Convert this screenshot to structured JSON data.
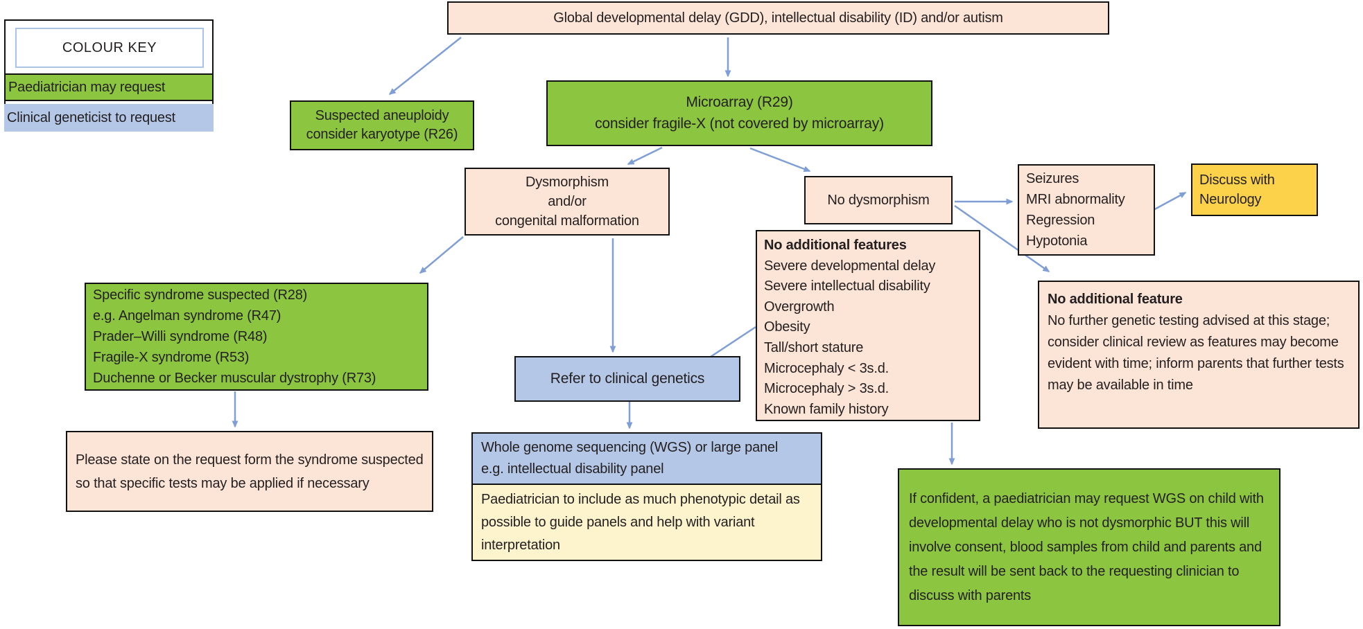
{
  "colour_key": {
    "title": "COLOUR KEY",
    "items": [
      {
        "label": "Paediatrician may request",
        "color": "#8cc540"
      },
      {
        "label": "Clinical geneticist to request",
        "color": "#b4c7e7"
      }
    ]
  },
  "colors": {
    "info_peach": "#fce4d6",
    "paediatrician_green": "#8cc540",
    "geneticist_blue": "#b4c7e7",
    "neurology_yellow": "#fcd24b",
    "note_pale_yellow": "#fdf3cd",
    "arrow_blue": "#7e9ed5",
    "border_black": "#111111"
  },
  "nodes": {
    "gdd": {
      "text": "Global developmental delay (GDD), intellectual disability (ID) and/or autism"
    },
    "aneuploidy": {
      "line1": "Suspected aneuploidy",
      "line2": "consider karyotype (R26)"
    },
    "microarray": {
      "line1": "Microarray (R29)",
      "line2": "consider fragile-X (not covered by microarray)"
    },
    "dysmorphism": {
      "line1": "Dysmorphism",
      "line2": "and/or",
      "line3": "congenital malformation"
    },
    "no_dysmorphism": {
      "text": "No dysmorphism"
    },
    "seizures": {
      "lines": [
        "Seizures",
        "MRI abnormality",
        "Regression",
        "Hypotonia"
      ]
    },
    "neurology": {
      "line1": "Discuss with",
      "line2": "Neurology"
    },
    "features": {
      "title": "No additional features",
      "lines": [
        "Severe developmental delay",
        "Severe intellectual disability",
        "Overgrowth",
        "Obesity",
        "Tall/short stature",
        "Microcephaly < 3s.d.",
        "Microcephaly > 3s.d.",
        "Known family history"
      ]
    },
    "syndrome": {
      "lines": [
        "Specific syndrome suspected (R28)",
        "e.g. Angelman syndrome (R47)",
        "Prader–Willi syndrome (R48)",
        "Fragile-X syndrome (R53)",
        "Duchenne or Becker muscular dystrophy (R73)"
      ]
    },
    "refer": {
      "text": "Refer to clinical genetics"
    },
    "no_additional_feature": {
      "title": "No additional feature",
      "body": "No further genetic testing advised at this stage; consider clinical review as features may become evident with time; inform parents that further tests may be available in time"
    },
    "please_state": {
      "text": "Please state on the request form the syndrome suspected so that specific tests may be applied if necessary"
    },
    "wgs": {
      "line1": "Whole genome sequencing (WGS) or large panel",
      "line2": "e.g. intellectual disability panel"
    },
    "phenotype_note": {
      "text": "Paediatrician to include as much phenotypic detail as possible to guide panels and help with variant interpretation"
    },
    "if_confident": {
      "text": "If confident, a paediatrician may request WGS on child with developmental delay who is not dysmorphic BUT this will involve consent, blood samples from child and parents and the result will be sent back to the requesting clinician to discuss with parents"
    }
  }
}
